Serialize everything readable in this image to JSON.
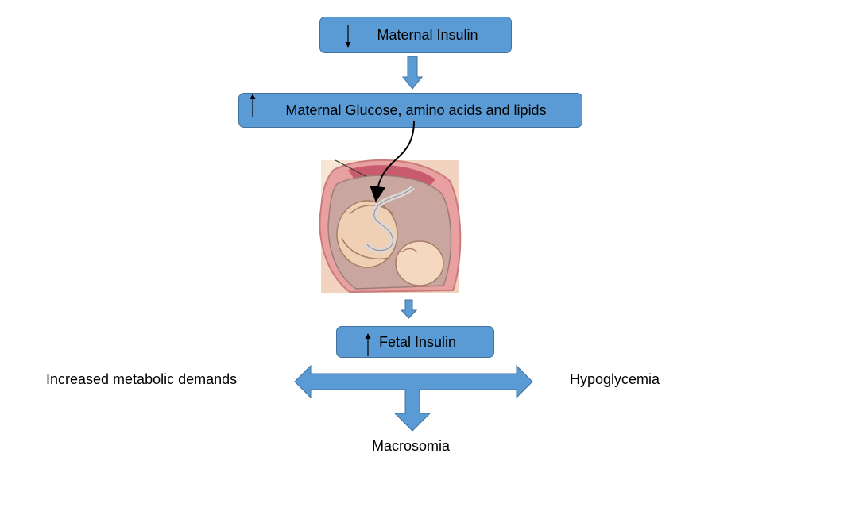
{
  "boxes": {
    "maternal_insulin": "Maternal Insulin",
    "maternal_nutrients": "Maternal Glucose, amino acids and lipids",
    "fetal_insulin": "Fetal Insulin"
  },
  "outcomes": {
    "left": "Increased metabolic demands",
    "right": "Hypoglycemia",
    "bottom": "Macrosomia"
  },
  "indicators": {
    "maternal_insulin": "down-arrow-icon",
    "maternal_nutrients": "up-arrow-icon",
    "fetal_insulin": "up-arrow-icon"
  },
  "colors": {
    "box_fill": "#5b9bd5",
    "box_border": "#41719c",
    "arrow_fill": "#5b9bd5"
  }
}
